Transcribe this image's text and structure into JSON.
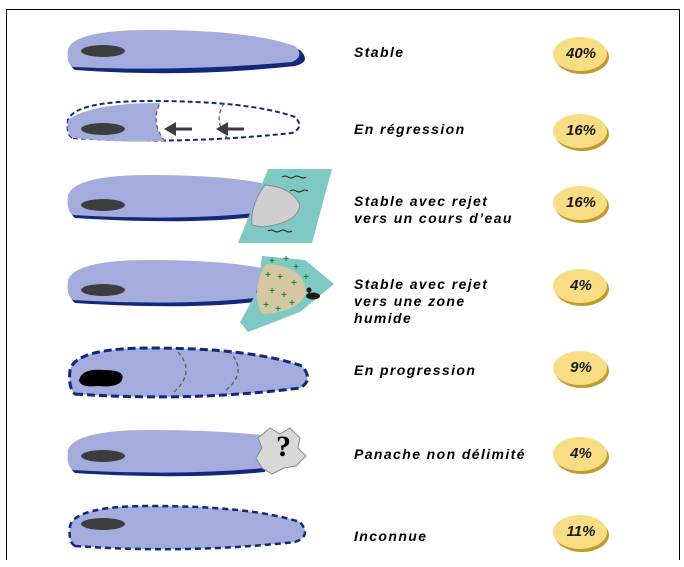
{
  "rows": [
    {
      "id": "stable",
      "label": "Stable",
      "percent": "40%"
    },
    {
      "id": "regression",
      "label": "En régression",
      "percent": "16%"
    },
    {
      "id": "stream",
      "label": "Stable avec rejet\nvers un cours d’eau",
      "percent": "16%"
    },
    {
      "id": "wetland",
      "label": "Stable avec rejet\nvers une zone\nhumide",
      "percent": "4%"
    },
    {
      "id": "progression",
      "label": "En progression",
      "percent": "9%"
    },
    {
      "id": "undelimited",
      "label": "Panache non délimité",
      "percent": "4%",
      "plume_symbol": "?"
    },
    {
      "id": "unknown",
      "label": "Inconnue",
      "percent": "11%"
    }
  ],
  "colors": {
    "plume_fill": "#a3acdc",
    "plume_outline": "#13287a",
    "source": "#3d3d3d",
    "water": "#7fc9c4",
    "wetland_bank": "#d6c7a3",
    "marsh_plant": "#1f8a3c",
    "badge_fill": "#f8dd84",
    "badge_shadow": "#c29a2a"
  }
}
